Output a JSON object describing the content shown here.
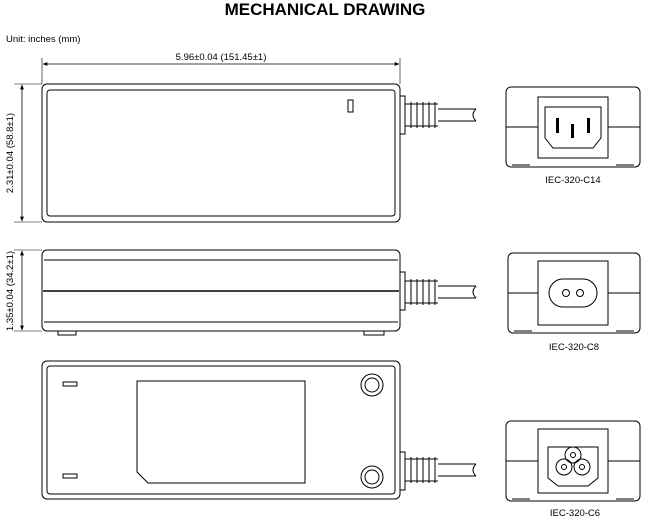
{
  "title": "MECHANICAL DRAWING",
  "unit_note": "Unit: inches (mm)",
  "dimensions": {
    "length": "5.96±0.04 (151.45±1)",
    "width": "2.31±0.04 (58.8±1)",
    "height": "1.35±0.04 (34.2±1)"
  },
  "connectors": {
    "c14": "IEC-320-C14",
    "c8": "IEC-320-C8",
    "c6": "IEC-320-C6"
  }
}
